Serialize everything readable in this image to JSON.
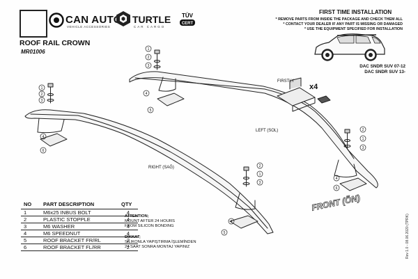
{
  "header": {
    "brand_name": "CAN AUTO",
    "brand_sub": "VEHICLE ACCESSORIES",
    "partner_name": "TURTLE",
    "partner_sub": "CAR CARGO",
    "cert_name": "TÜV CERT",
    "title": "ROOF RAIL CROWN",
    "code": "MR01006"
  },
  "instructions": {
    "title": "FIRST TIME INSTALLATION",
    "lines": [
      "* REMOVE PARTS FROM INSIDE THE PACKAGE AND CHECK THEM ALL",
      "* CONTACT YOUR DEALER IF ANY PART IS MISSING OR DAMAGED",
      "* USE THE EQUIPMENT SPECIFIED FOR INSTALLATION"
    ]
  },
  "vehicle": {
    "line1": "DAC SNDR SUV 07-12",
    "line2": "DAC SNDR SUV 13-"
  },
  "diagram": {
    "firstly": "FIRSTLY",
    "multiplier": "x4",
    "left_label": "LEFT (SOL)",
    "right_label": "RIGHT (SAĞ)",
    "front_label": "FRONT (ÖN)"
  },
  "parts_table": {
    "headers": [
      "NO",
      "PART DESCRIPTION",
      "QTY"
    ],
    "rows": [
      {
        "no": "1",
        "desc": "M6x25 INBUS BOLT",
        "qty": "4"
      },
      {
        "no": "2",
        "desc": "PLASTIC STOPPLE",
        "qty": "4"
      },
      {
        "no": "3",
        "desc": "M6 WASHER",
        "qty": "4"
      },
      {
        "no": "4",
        "desc": "M6 SPEEDNUT",
        "qty": "4"
      },
      {
        "no": "5",
        "desc": "ROOF BRACKET FR/RL",
        "qty": "2"
      },
      {
        "no": "6",
        "desc": "ROOF BRACKET FL/RR",
        "qty": "2"
      }
    ]
  },
  "attention": {
    "title": "ATTENTION;",
    "line1": "MOUNT AFTER 24 HOURS",
    "line2": "FROM SILICON BONDING"
  },
  "dikkat": {
    "title": "DİKKAT;",
    "line1": "SILIKONLA YAPIŞTIRMA İŞLEMİNDEN",
    "line2": "24 SAAT SONRA MONTAJ YAPINIZ"
  },
  "revision": "Rev 1.0 - 08.06.2020 (TPRK)"
}
